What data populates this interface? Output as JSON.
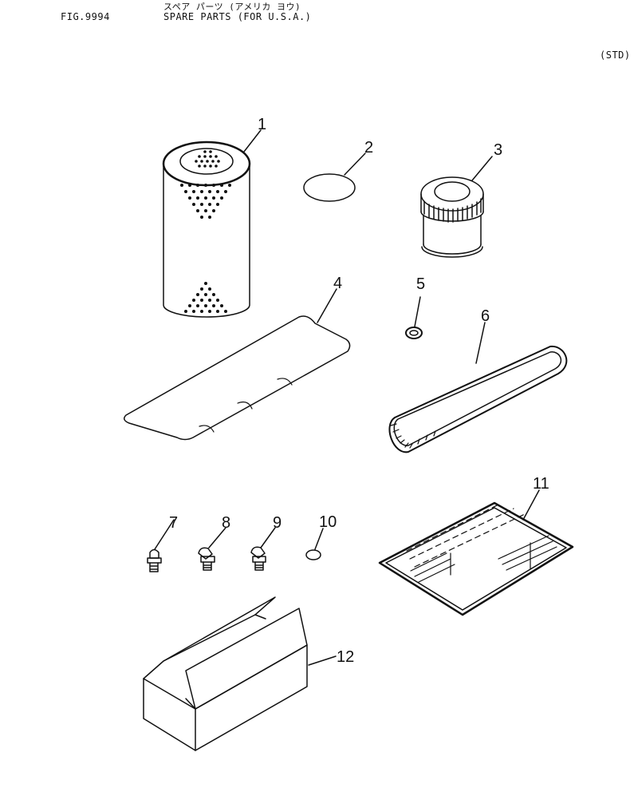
{
  "header": {
    "fig": "FIG.9994",
    "title_jp": "スペア パーツ (アメリカ ヨウ)",
    "title": "SPARE PARTS (FOR U.S.A.)",
    "spec": "(STD)"
  },
  "callouts": [
    "1",
    "2",
    "3",
    "4",
    "5",
    "6",
    "7",
    "8",
    "9",
    "10",
    "11",
    "12"
  ]
}
